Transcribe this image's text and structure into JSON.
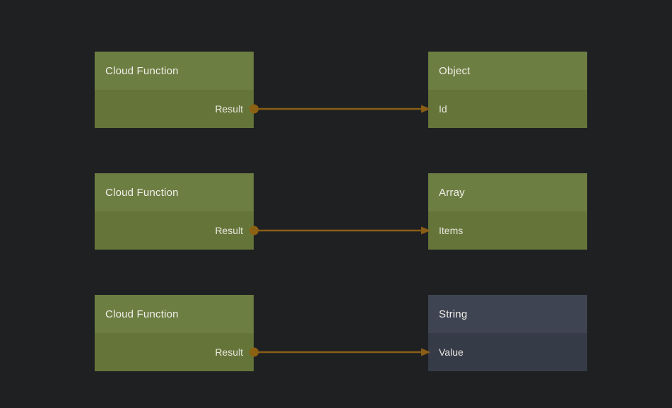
{
  "canvas": {
    "type": "node-graph-editor"
  },
  "colors": {
    "canvas_bg": "#1f2022",
    "node_green_header": "#6d7e43",
    "node_green_body": "#657539",
    "node_slate_header": "#3e4452",
    "node_slate_body": "#363b48",
    "wire": "#8a5e17",
    "port_dot": "#8d6112",
    "title_text": "#f1efe9",
    "label_text": "#e9e7df"
  },
  "nodes": [
    {
      "id": "cloud-function-1",
      "title": "Cloud Function",
      "theme": "green",
      "ports": [
        {
          "name": "Result",
          "direction": "output"
        }
      ]
    },
    {
      "id": "object-1",
      "title": "Object",
      "theme": "green",
      "ports": [
        {
          "name": "Id",
          "direction": "input"
        }
      ]
    },
    {
      "id": "cloud-function-2",
      "title": "Cloud Function",
      "theme": "green",
      "ports": [
        {
          "name": "Result",
          "direction": "output"
        }
      ]
    },
    {
      "id": "array-1",
      "title": "Array",
      "theme": "green",
      "ports": [
        {
          "name": "Items",
          "direction": "input"
        }
      ]
    },
    {
      "id": "cloud-function-3",
      "title": "Cloud Function",
      "theme": "green",
      "ports": [
        {
          "name": "Result",
          "direction": "output"
        }
      ]
    },
    {
      "id": "string-1",
      "title": "String",
      "theme": "slate",
      "ports": [
        {
          "name": "Value",
          "direction": "input"
        }
      ]
    }
  ],
  "connections": [
    {
      "from": "cloud-function-1.Result",
      "to": "object-1.Id"
    },
    {
      "from": "cloud-function-2.Result",
      "to": "array-1.Items"
    },
    {
      "from": "cloud-function-3.Result",
      "to": "string-1.Value"
    }
  ]
}
